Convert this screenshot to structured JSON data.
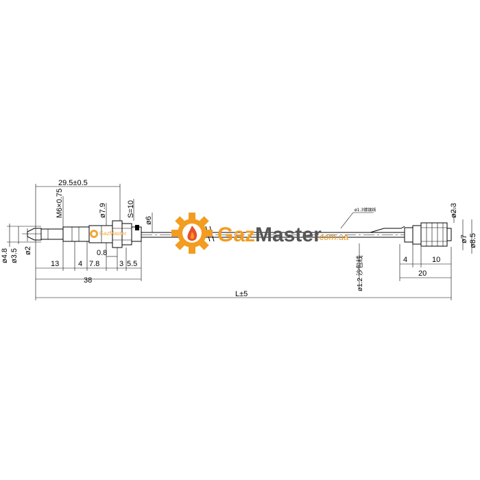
{
  "brand": {
    "name_gaz": "Gaz",
    "name_master": "Master",
    "domain": ".com.ua",
    "small_mark": "GazMaster",
    "colors": {
      "orange": "#f39c1f",
      "flame": "#e8502a",
      "text": "#555555"
    }
  },
  "dimensions": {
    "overall_thread_len": "29.5±0.5",
    "thread": "M6×0.75",
    "d79": "ø7.9",
    "s10": "S=10",
    "d6": "ø6",
    "d48": "ø4.8",
    "d35": "ø3.5",
    "d2": "ø2",
    "len13": "13",
    "len4a": "4",
    "len78": "7.8",
    "len08": "0.8",
    "len3": "3",
    "len55": "5.5",
    "len38": "38",
    "lenL": "L±5",
    "len4b": "4",
    "len10": "10",
    "len20": "20",
    "d23": "ø2.3",
    "d7": "ø7",
    "d85": "ø8.5",
    "wire_note_top": "ø1.3镀银线",
    "wire_note_vert": "ø1.2 沙包线"
  }
}
